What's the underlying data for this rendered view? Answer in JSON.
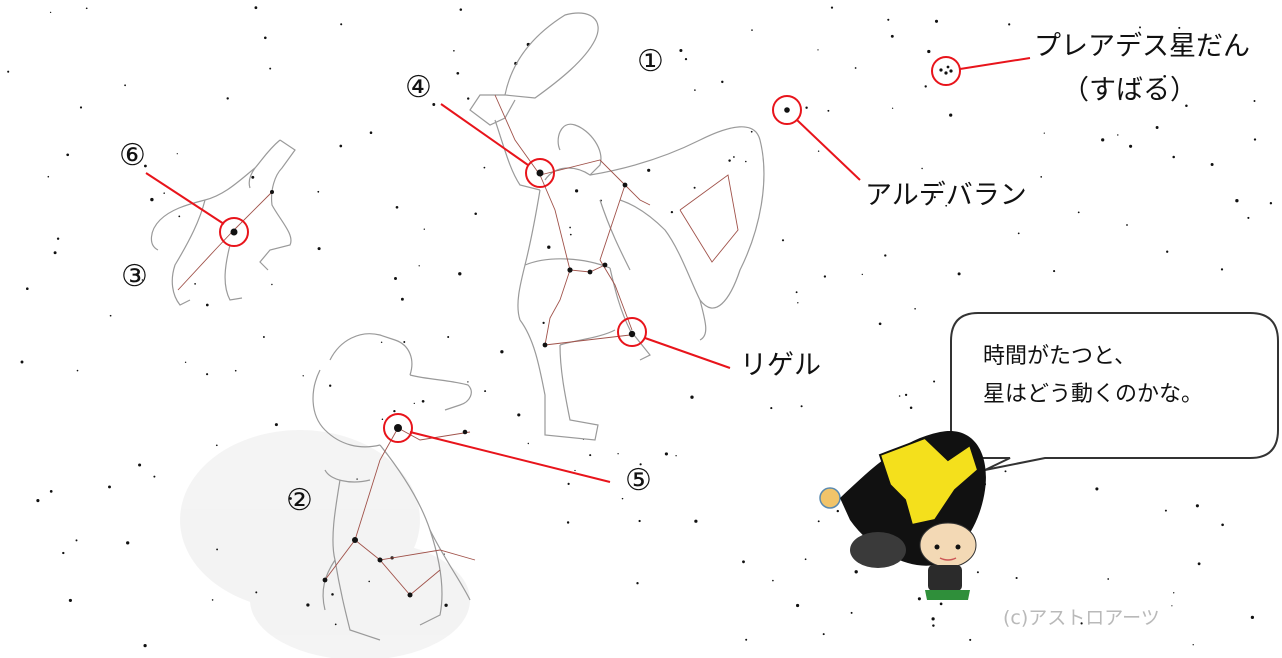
{
  "labels": {
    "num1": "①",
    "num2": "②",
    "num3": "③",
    "num4": "④",
    "num5": "⑤",
    "num6": "⑥",
    "pleiades_line1": "プレアデス星だん",
    "pleiades_line2": "（すばる）",
    "aldebaran": "アルデバラン",
    "rigel": "リゲル"
  },
  "speech_bubble": {
    "line1": "時間がたつと、",
    "line2": "星はどう動くのかな。"
  },
  "copyright": "(c)アストロアーツ",
  "colors": {
    "highlight": "#e8141b",
    "star": "#111111",
    "constellation_line": "#a0524a",
    "figure_outline": "#9a9a9a",
    "mascot_hat": "#111111",
    "mascot_emblem": "#f4e01c"
  },
  "icons": {
    "mascot": "star-hat-mascot-icon"
  }
}
